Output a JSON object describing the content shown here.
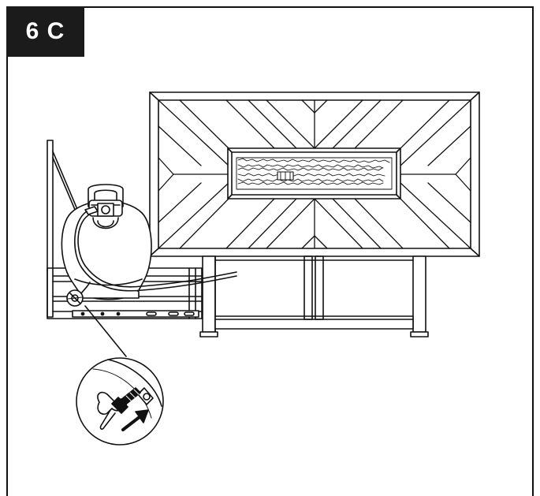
{
  "step": {
    "label": "6 C"
  },
  "figure": {
    "parts": [
      "fire-table",
      "burner-pan",
      "lava-rocks",
      "propane-tank",
      "tank-valve",
      "gas-hose",
      "tank-tray",
      "regulator-connector"
    ],
    "callout": "tank-connection-detail",
    "arrow": "insert-direction"
  },
  "colors": {
    "line": "#111111",
    "badge_bg": "#1b1b1b",
    "badge_text": "#ffffff"
  }
}
